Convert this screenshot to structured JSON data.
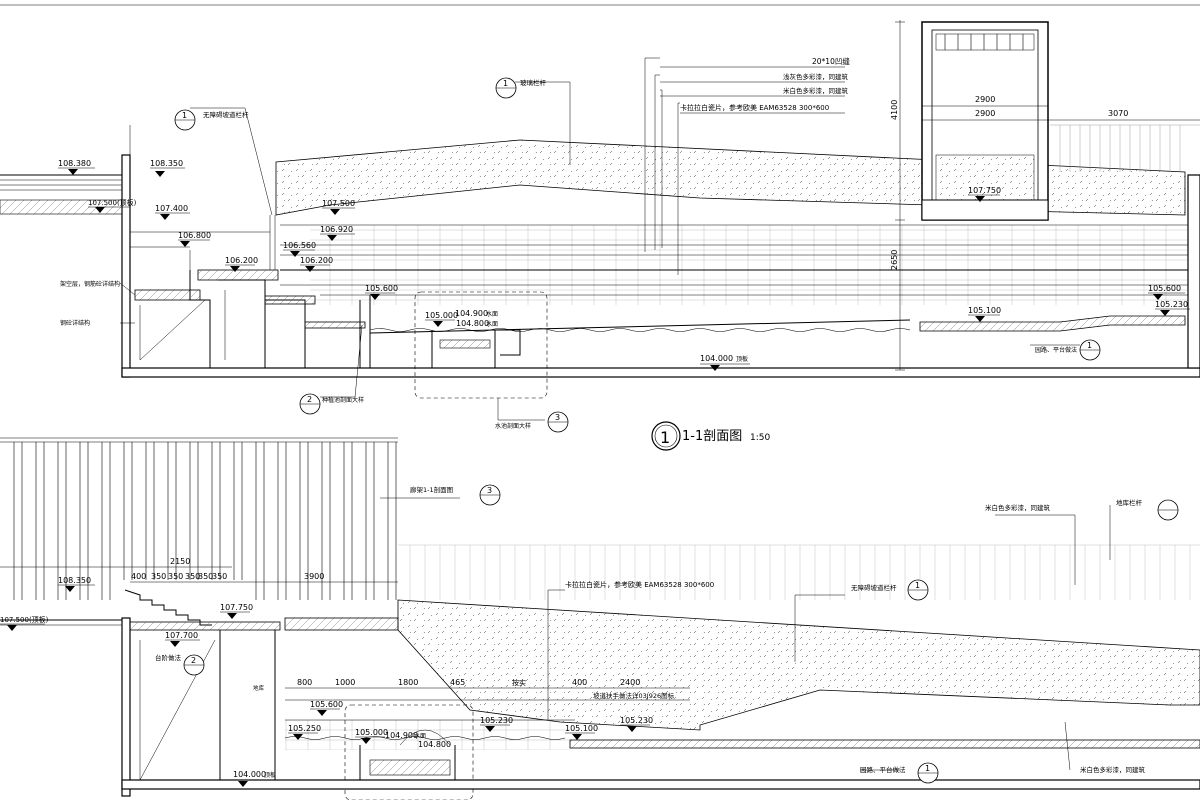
{
  "section_title": {
    "circle_num": "1",
    "title": "1-1剖面图",
    "scale": "1:50"
  },
  "top_section": {
    "elevations": {
      "e108380": "108.380",
      "e108350": "108.350",
      "e107500b": "107.500(顶板)",
      "e107400": "107.400",
      "e107500": "107.500",
      "e106920": "106.920",
      "e106800": "106.800",
      "e106560": "106.560",
      "e106200a": "106.200",
      "e106200b": "106.200",
      "e105600": "105.600",
      "e105000": "105.000",
      "e104900": "104.900",
      "e104800": "104.800",
      "water": "水面",
      "e104000": "104.000",
      "slab": "顶板",
      "e105100": "105.100",
      "e105600r": "105.600",
      "e105230": "105.230",
      "e107750": "107.750"
    },
    "dims": {
      "d2900a": "2900",
      "d2900b": "2900",
      "d3070": "3070",
      "d4100": "4100",
      "d2650": "2650"
    },
    "notes": {
      "n1": "20*10凹缝",
      "n2": "浅灰色多彩漆，同建筑",
      "n3": "米白色多彩漆，同建筑",
      "n4": "卡拉拉白瓷片，参考欧美 EAM63528 300*600",
      "n5": "玻璃栏杆",
      "n6": "无障碍坡道栏杆",
      "n7": "架空层，钢筋砼详结构",
      "n8": "钢砼详结构",
      "n9": "种植池剖面大样",
      "n10": "水池剖面大样",
      "n11": "园路、平台做法"
    },
    "callouts": {
      "c1": "1",
      "c2": "1",
      "c3": "2",
      "c4": "3",
      "c5": "1"
    }
  },
  "bottom_section": {
    "elevations": {
      "e108350": "108.350",
      "e107500": "107.500(顶板)",
      "e107750": "107.750",
      "e107700": "107.700",
      "e105600": "105.600",
      "e105250": "105.250",
      "e105000": "105.000",
      "e104900": "104.900",
      "water": "水面",
      "e104800": "104.800",
      "e105230a": "105.230",
      "e105100": "105.100",
      "e105230b": "105.230",
      "e104000": "104.000",
      "slab": "顶板"
    },
    "dims": {
      "d2150": "2150",
      "d400": "400",
      "d350a": "350",
      "d350b": "350",
      "d350c": "350",
      "d350d": "350",
      "d350e": "350",
      "d3900": "3900",
      "d800": "800",
      "d1000": "1000",
      "d1800": "1800",
      "d465": "465",
      "dAnShi": "按实",
      "d400b": "400",
      "d2400": "2400"
    },
    "notes": {
      "n1": "廊架1-1剖面图",
      "n2": "卡拉拉白瓷片，参考欧美 EAM63528 300*600",
      "n3": "无障碍坡道栏杆",
      "n4": "坡道扶手做法详03J926图标",
      "n5": "台阶做法",
      "n6": "米白色多彩漆，同建筑",
      "n7": "地库栏杆",
      "n8": "园路、平台做法",
      "n9": "米白色多彩漆，同建筑",
      "n10": "地库"
    },
    "callouts": {
      "c1": "3",
      "c2": "1",
      "c3": "2",
      "c4": "1"
    }
  }
}
